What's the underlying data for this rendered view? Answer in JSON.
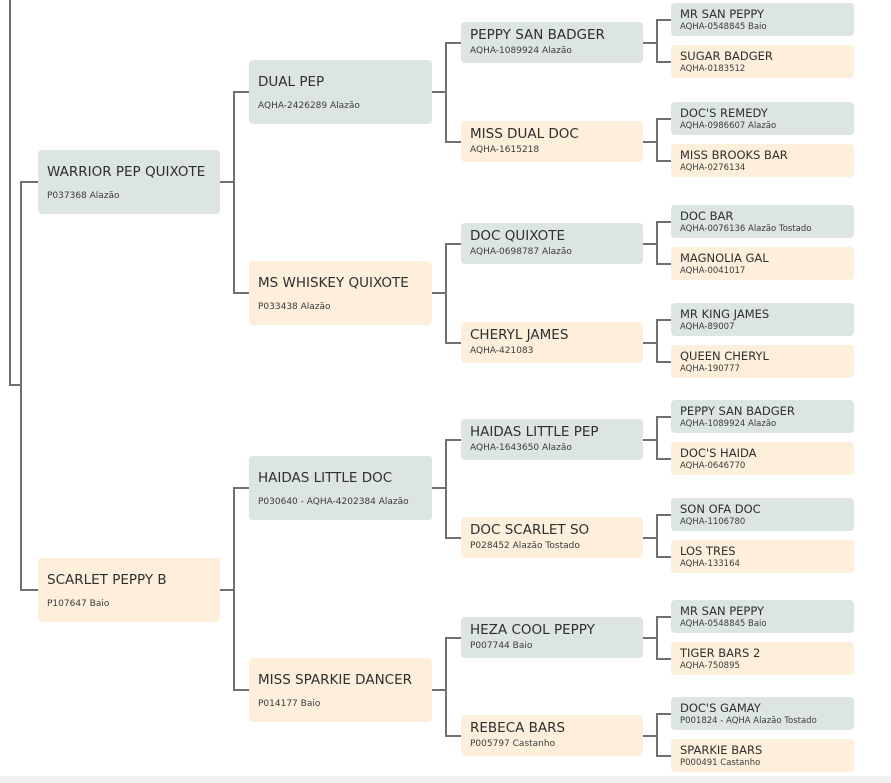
{
  "colors": {
    "male": "#dde5e1",
    "female": "#fdefdb",
    "connector": "#6f6f6f"
  },
  "pedigree": {
    "sire": {
      "name": "WARRIOR PEP QUIXOTE",
      "reg": "P037368 Alazão",
      "sex": "male",
      "sire": {
        "name": "DUAL PEP",
        "reg": "AQHA-2426289 Alazão",
        "sex": "male",
        "sire": {
          "name": "PEPPY SAN BADGER",
          "reg": "AQHA-1089924 Alazão",
          "sex": "male",
          "sire": {
            "name": "MR SAN PEPPY",
            "reg": "AQHA-0548845 Baio",
            "sex": "male"
          },
          "dam": {
            "name": "SUGAR BADGER",
            "reg": "AQHA-0183512",
            "sex": "female"
          }
        },
        "dam": {
          "name": "MISS DUAL DOC",
          "reg": "AQHA-1615218",
          "sex": "female",
          "sire": {
            "name": "DOC'S REMEDY",
            "reg": "AQHA-0986607 Alazão",
            "sex": "male"
          },
          "dam": {
            "name": "MISS BROOKS BAR",
            "reg": "AQHA-0276134",
            "sex": "female"
          }
        }
      },
      "dam": {
        "name": "MS WHISKEY QUIXOTE",
        "reg": "P033438 Alazão",
        "sex": "female",
        "sire": {
          "name": "DOC QUIXOTE",
          "reg": "AQHA-0698787 Alazão",
          "sex": "male",
          "sire": {
            "name": "DOC BAR",
            "reg": "AQHA-0076136 Alazão Tostado",
            "sex": "male"
          },
          "dam": {
            "name": "MAGNOLIA GAL",
            "reg": "AQHA-0041017",
            "sex": "female"
          }
        },
        "dam": {
          "name": "CHERYL JAMES",
          "reg": "AQHA-421083",
          "sex": "female",
          "sire": {
            "name": "MR KING JAMES",
            "reg": "AQHA-89007",
            "sex": "male"
          },
          "dam": {
            "name": "QUEEN CHERYL",
            "reg": "AQHA-190777",
            "sex": "female"
          }
        }
      }
    },
    "dam": {
      "name": "SCARLET PEPPY B",
      "reg": "P107647 Baio",
      "sex": "female",
      "sire": {
        "name": "HAIDAS LITTLE DOC",
        "reg": "P030640 - AQHA-4202384 Alazão",
        "sex": "male",
        "sire": {
          "name": "HAIDAS LITTLE PEP",
          "reg": "AQHA-1643650 Alazão",
          "sex": "male",
          "sire": {
            "name": "PEPPY SAN BADGER",
            "reg": "AQHA-1089924 Alazão",
            "sex": "male"
          },
          "dam": {
            "name": "DOC'S HAIDA",
            "reg": "AQHA-0646770",
            "sex": "female"
          }
        },
        "dam": {
          "name": "DOC SCARLET SO",
          "reg": "P028452 Alazão Tostado",
          "sex": "female",
          "sire": {
            "name": "SON OFA DOC",
            "reg": "AQHA-1106780",
            "sex": "male"
          },
          "dam": {
            "name": "LOS TRES",
            "reg": "AQHA-133164",
            "sex": "female"
          }
        }
      },
      "dam": {
        "name": "MISS SPARKIE DANCER",
        "reg": "P014177 Baio",
        "sex": "female",
        "sire": {
          "name": "HEZA COOL PEPPY",
          "reg": "P007744 Baio",
          "sex": "male",
          "sire": {
            "name": "MR SAN PEPPY",
            "reg": "AQHA-0548845 Baio",
            "sex": "male"
          },
          "dam": {
            "name": "TIGER BARS 2",
            "reg": "AQHA-750895",
            "sex": "female"
          }
        },
        "dam": {
          "name": "REBECA BARS",
          "reg": "P005797 Castanho",
          "sex": "female",
          "sire": {
            "name": "DOC'S GAMAY",
            "reg": "P001824 - AQHA Alazão Tostado",
            "sex": "male"
          },
          "dam": {
            "name": "SPARKIE BARS",
            "reg": "P000491 Castanho",
            "sex": "female"
          }
        }
      }
    }
  }
}
